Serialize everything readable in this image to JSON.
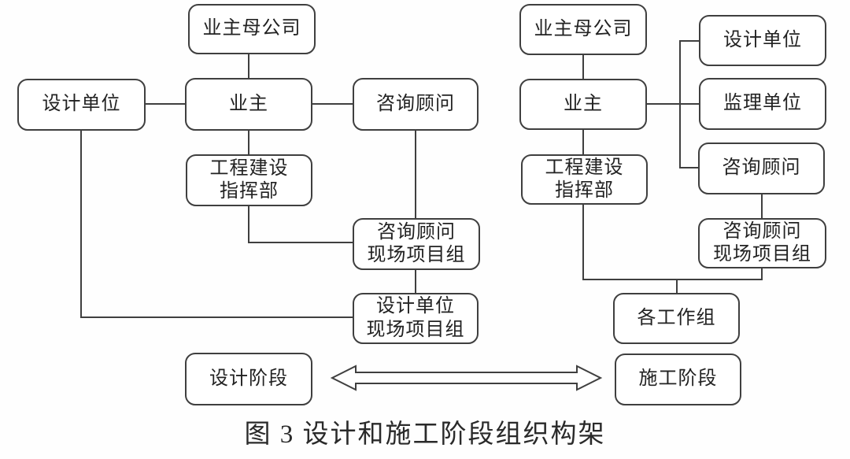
{
  "colors": {
    "line": "#3f3f3f",
    "box_border": "#3f3f3f",
    "box_fill": "#ffffff",
    "text": "#222222",
    "background": "#fefefe"
  },
  "caption": "图 3  设计和施工阶段组织构架",
  "design_phase": {
    "owner_parent": "业主母公司",
    "design_unit": "设计单位",
    "owner": "业主",
    "consultant": "咨询顾问",
    "construction_hq": "工程建设\n指挥部",
    "consultant_site_team": "咨询顾问\n现场项目组",
    "design_site_team": "设计单位\n现场项目组",
    "phase_label": "设计阶段"
  },
  "construction_phase": {
    "owner_parent": "业主母公司",
    "owner": "业主",
    "design_unit": "设计单位",
    "supervision_unit": "监理单位",
    "consultant": "咨询顾问",
    "construction_hq": "工程建设\n指挥部",
    "consultant_site_team": "咨询顾问\n现场项目组",
    "work_groups": "各工作组",
    "phase_label": "施工阶段"
  }
}
